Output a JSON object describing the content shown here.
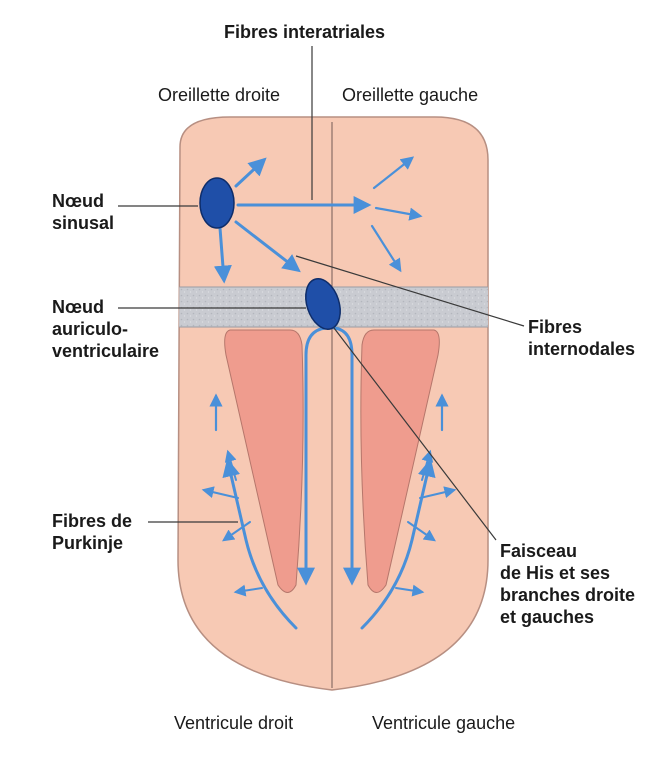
{
  "diagram": {
    "title": "Fibres interatriales",
    "chambers": {
      "right_atrium": "Oreillette droite",
      "left_atrium": "Oreillette gauche",
      "right_ventricle": "Ventricule droit",
      "left_ventricle": "Ventricule gauche"
    },
    "labels": {
      "sinus_node": [
        "Nœud",
        "sinusal"
      ],
      "av_node": [
        "Nœud",
        "auriculo-",
        "ventriculaire"
      ],
      "purkinje": [
        "Fibres de",
        "Purkinje"
      ],
      "internodal": [
        "Fibres",
        "internodales"
      ],
      "his_bundle": [
        "Faisceau",
        "de His et ses",
        "branches droite",
        "et gauches"
      ]
    },
    "colors": {
      "heart_fill": "#f7c9b4",
      "heart_stroke": "#b78f82",
      "ventricle_cavity": "#ef9c8e",
      "node_fill": "#1f4fa8",
      "conduction": "#4a90d9",
      "av_septum_band": "#c9cbd1"
    }
  }
}
